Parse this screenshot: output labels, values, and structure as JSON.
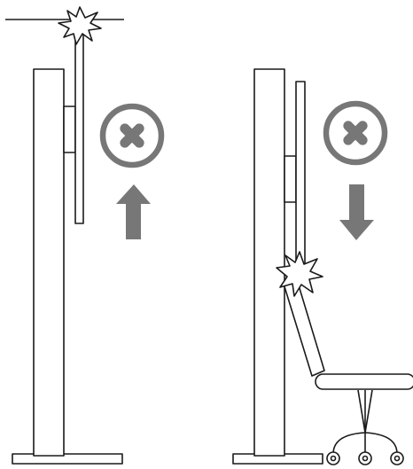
{
  "scenes": [
    {
      "id": "left",
      "movement": "up",
      "allowed": false,
      "obstacle": "ceiling",
      "icons": [
        "prohibited-icon",
        "arrow-up-icon",
        "impact-burst-icon"
      ]
    },
    {
      "id": "right",
      "movement": "down",
      "allowed": false,
      "obstacle": "chair",
      "icons": [
        "prohibited-icon",
        "arrow-down-icon",
        "impact-burst-icon"
      ]
    }
  ],
  "colors": {
    "line": "#1a1a1a",
    "icon_gray": "#777777",
    "background": "#ffffff"
  }
}
